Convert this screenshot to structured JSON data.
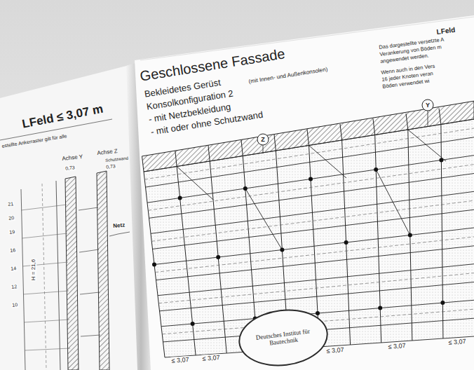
{
  "diagram": {
    "title": "Geschlossene Fassade",
    "nodes": [
      {
        "text": [
          "Deutsches Institut für Bautechnik"
        ]
      }
    ],
    "labels": [
      "LFeld ≤ 3,07 m",
      "estellte Ankerraster gilt für alle",
      "Achse Y",
      "Achse Z",
      "0,73",
      "Schutzwand",
      "0,73",
      "Netz",
      "H = 21,6",
      "Bekleidetes Gerüst",
      "Konsolkonfiguration 2",
      "(mit Innen- und Außenkonsolen)",
      "- mit Netzbekleidung",
      "- mit oder ohne Schutzwand",
      "LFeld",
      "Das dargestellte versetzte A",
      "Verankerung von Böden m",
      "angewendet werden.",
      "Wenn auch in den Vers",
      "16 jeder Knoten veran",
      "Böden verwendet wi",
      "Z",
      "Y",
      "≤ 3,07",
      "≤ 3,07",
      "≤ 3,07",
      "≤ 3,07",
      "≤ 3,07",
      "21",
      "20",
      "19",
      "16",
      "14",
      "12",
      "10"
    ]
  }
}
